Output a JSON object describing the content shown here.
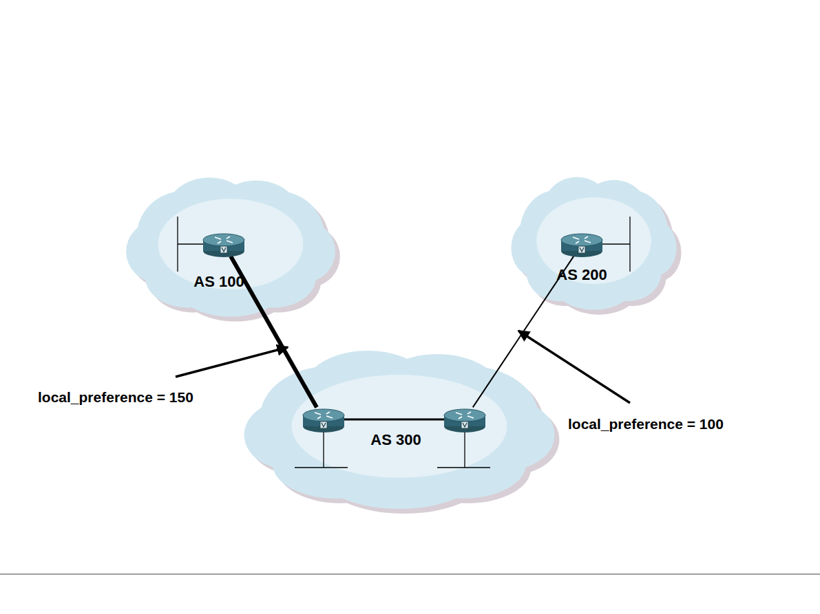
{
  "diagram": {
    "nodes": [
      {
        "text": [
          "AS 100"
        ]
      },
      {
        "text": [
          "AS 200"
        ]
      },
      {
        "text": [
          "AS 300"
        ]
      }
    ],
    "edges": [
      {
        "from": 0,
        "to": 2,
        "arrow": "none"
      },
      {
        "from": 1,
        "to": 2,
        "arrow": "none"
      }
    ],
    "labels": [
      "local_preference = 150",
      "local_preference = 100"
    ]
  }
}
